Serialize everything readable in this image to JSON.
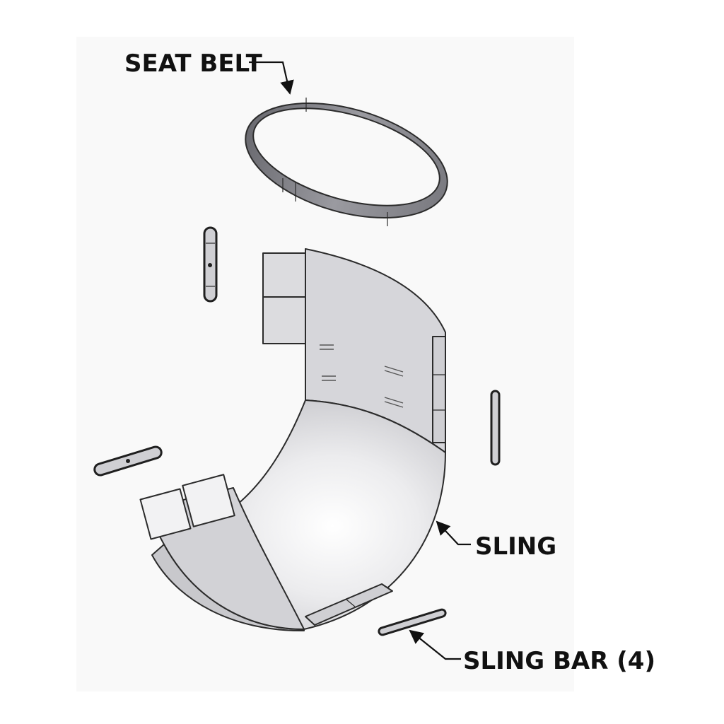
{
  "callouts": {
    "seat_belt": "SEAT BELT",
    "sling": "SLING",
    "sling_bar": "SLING BAR (4)"
  },
  "colors": {
    "ink": "#111111",
    "part_fill": "#d9d9dc",
    "part_shade": "#bfbfc4",
    "belt_edge": "#5a5a60",
    "background_panel": "#f9f9f9"
  },
  "icons": [
    "arrowhead-icon"
  ]
}
